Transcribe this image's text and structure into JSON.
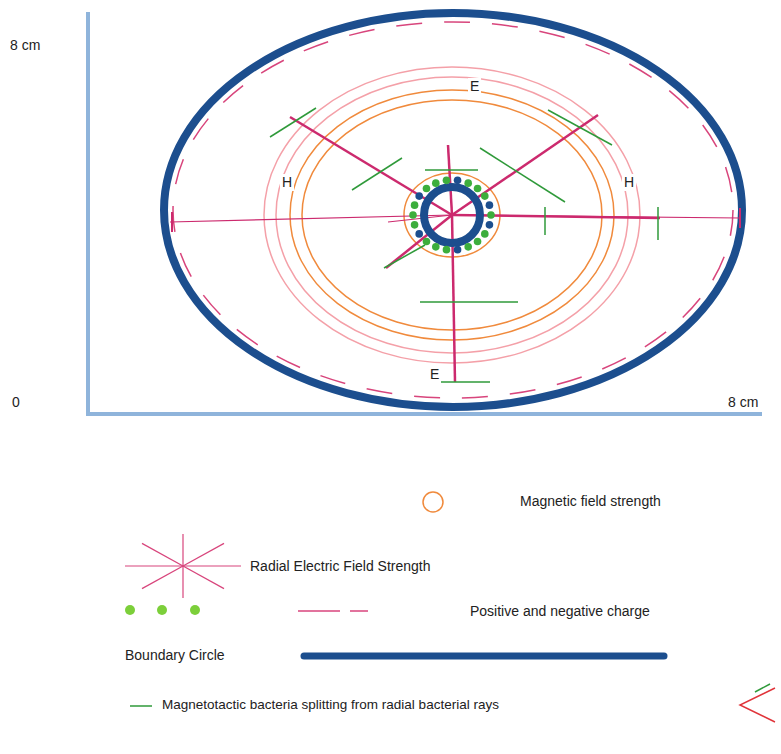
{
  "diagram": {
    "labels": [
      "8 cm",
      "E",
      "H",
      "H",
      "E",
      "0",
      "8 cm"
    ],
    "legend": [
      {
        "text": "Magnetic field strength"
      },
      {
        "text": "Radial Electric Field Strength"
      },
      {
        "text": "Positive and negative charge"
      },
      {
        "text": "Boundary Circle"
      },
      {
        "text": "Magnetotactic bacteria splitting from radial bacterial rays"
      }
    ]
  }
}
